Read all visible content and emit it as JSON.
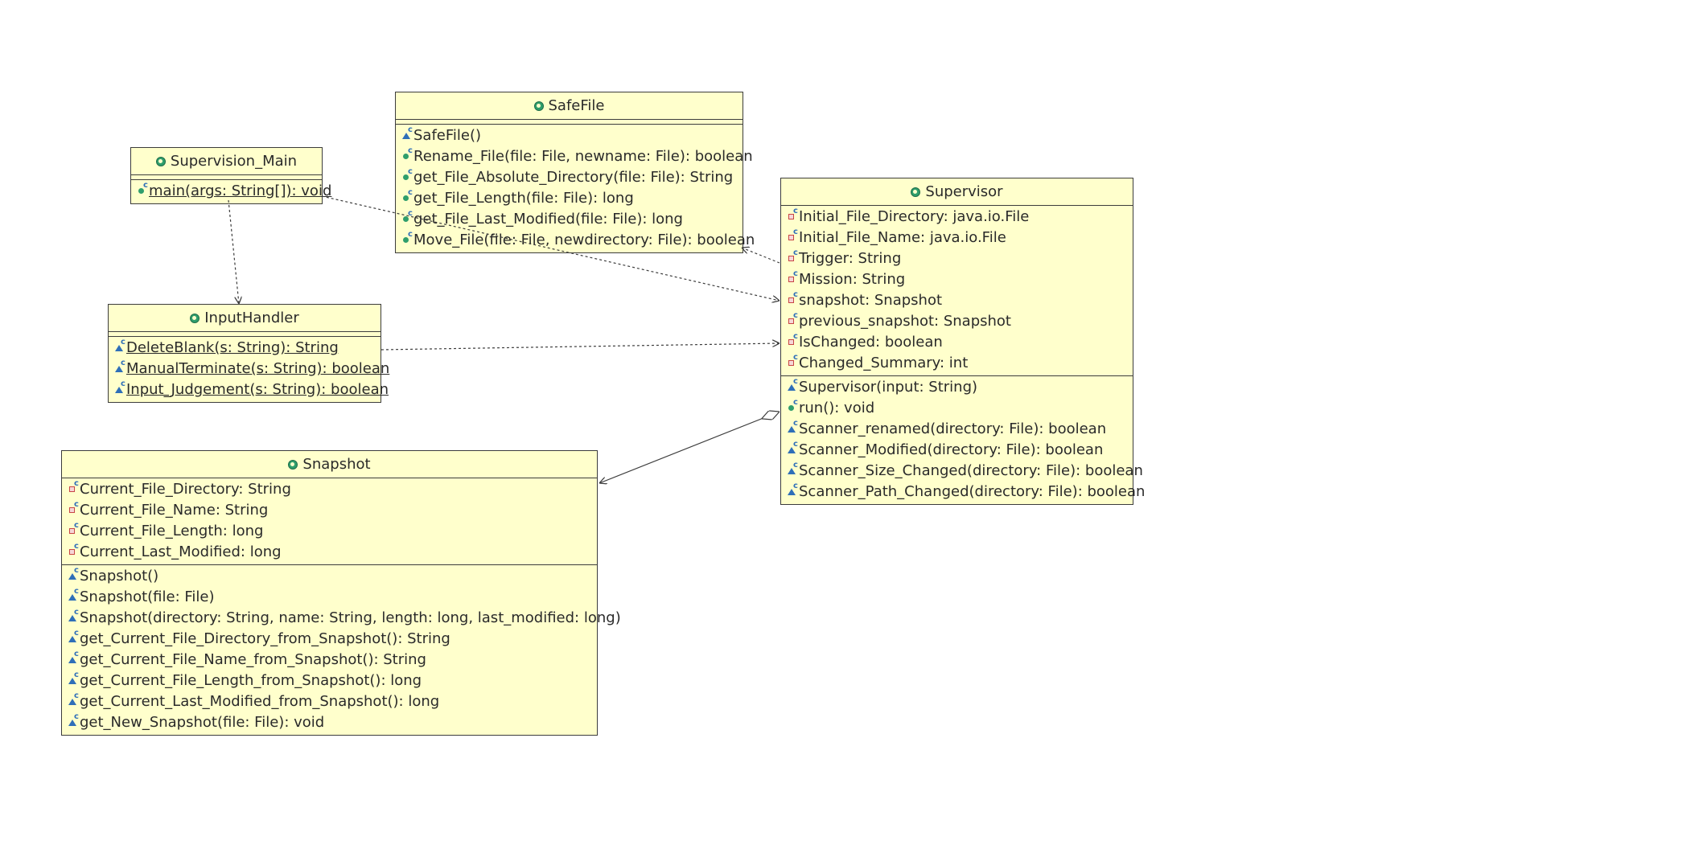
{
  "classes": {
    "supervision_main": {
      "name": "Supervision_Main",
      "attributes": [],
      "operations": [
        {
          "text": "main(args: String[]): void",
          "visibility": "public",
          "static": true
        }
      ]
    },
    "safefile": {
      "name": "SafeFile",
      "attributes": [],
      "operations": [
        {
          "text": "SafeFile()",
          "visibility": "package",
          "constructor": true
        },
        {
          "text": "Rename_File(file: File, newname: File): boolean",
          "visibility": "public"
        },
        {
          "text": "get_File_Absolute_Directory(file: File): String",
          "visibility": "public"
        },
        {
          "text": "get_File_Length(file: File): long",
          "visibility": "public"
        },
        {
          "text": "get_File_Last_Modified(file: File): long",
          "visibility": "public"
        },
        {
          "text": "Move_File(file: File, newdirectory: File): boolean",
          "visibility": "public"
        }
      ]
    },
    "supervisor": {
      "name": "Supervisor",
      "attributes": [
        {
          "text": "Initial_File_Directory: java.io.File",
          "visibility": "private"
        },
        {
          "text": "Initial_File_Name: java.io.File",
          "visibility": "private"
        },
        {
          "text": "Trigger: String",
          "visibility": "private"
        },
        {
          "text": "Mission: String",
          "visibility": "private"
        },
        {
          "text": "snapshot: Snapshot",
          "visibility": "private"
        },
        {
          "text": "previous_snapshot: Snapshot",
          "visibility": "private"
        },
        {
          "text": "IsChanged: boolean",
          "visibility": "private"
        },
        {
          "text": "Changed_Summary: int",
          "visibility": "private"
        }
      ],
      "operations": [
        {
          "text": "Supervisor(input: String)",
          "visibility": "package",
          "constructor": true
        },
        {
          "text": "run(): void",
          "visibility": "public"
        },
        {
          "text": "Scanner_renamed(directory: File): boolean",
          "visibility": "package"
        },
        {
          "text": "Scanner_Modified(directory: File): boolean",
          "visibility": "package"
        },
        {
          "text": "Scanner_Size_Changed(directory: File): boolean",
          "visibility": "package"
        },
        {
          "text": "Scanner_Path_Changed(directory: File): boolean",
          "visibility": "package"
        }
      ]
    },
    "inputhandler": {
      "name": "InputHandler",
      "attributes": [],
      "operations": [
        {
          "text": "DeleteBlank(s: String): String",
          "visibility": "package",
          "static": true
        },
        {
          "text": "ManualTerminate(s: String): boolean",
          "visibility": "package",
          "static": true
        },
        {
          "text": "Input_Judgement(s: String): boolean",
          "visibility": "package",
          "static": true
        }
      ]
    },
    "snapshot": {
      "name": "Snapshot",
      "attributes": [
        {
          "text": "Current_File_Directory: String",
          "visibility": "private"
        },
        {
          "text": "Current_File_Name: String",
          "visibility": "private"
        },
        {
          "text": "Current_File_Length: long",
          "visibility": "private"
        },
        {
          "text": "Current_Last_Modified: long",
          "visibility": "private"
        }
      ],
      "operations": [
        {
          "text": "Snapshot()",
          "visibility": "package",
          "constructor": true
        },
        {
          "text": "Snapshot(file: File)",
          "visibility": "package",
          "constructor": true
        },
        {
          "text": "Snapshot(directory: String, name: String, length: long, last_modified: long)",
          "visibility": "package",
          "constructor": true
        },
        {
          "text": "get_Current_File_Directory_from_Snapshot(): String",
          "visibility": "package"
        },
        {
          "text": "get_Current_File_Name_from_Snapshot(): String",
          "visibility": "package"
        },
        {
          "text": "get_Current_File_Length_from_Snapshot(): long",
          "visibility": "package"
        },
        {
          "text": "get_Current_Last_Modified_from_Snapshot(): long",
          "visibility": "package"
        },
        {
          "text": "get_New_Snapshot(file: File): void",
          "visibility": "package"
        }
      ]
    }
  },
  "relationships": [
    {
      "from": "supervision_main",
      "to": "inputhandler",
      "kind": "dependency"
    },
    {
      "from": "supervision_main",
      "to": "supervisor",
      "kind": "dependency"
    },
    {
      "from": "supervisor",
      "to": "safefile",
      "kind": "dependency"
    },
    {
      "from": "inputhandler",
      "to": "supervisor",
      "kind": "dependency"
    },
    {
      "from": "supervisor",
      "to": "snapshot",
      "kind": "aggregation"
    }
  ],
  "colors": {
    "class_fill": "#ffffcc",
    "border": "#3c3c3c",
    "public": "#2f9e6c",
    "private": "#c84545",
    "package": "#2f6fb8"
  }
}
